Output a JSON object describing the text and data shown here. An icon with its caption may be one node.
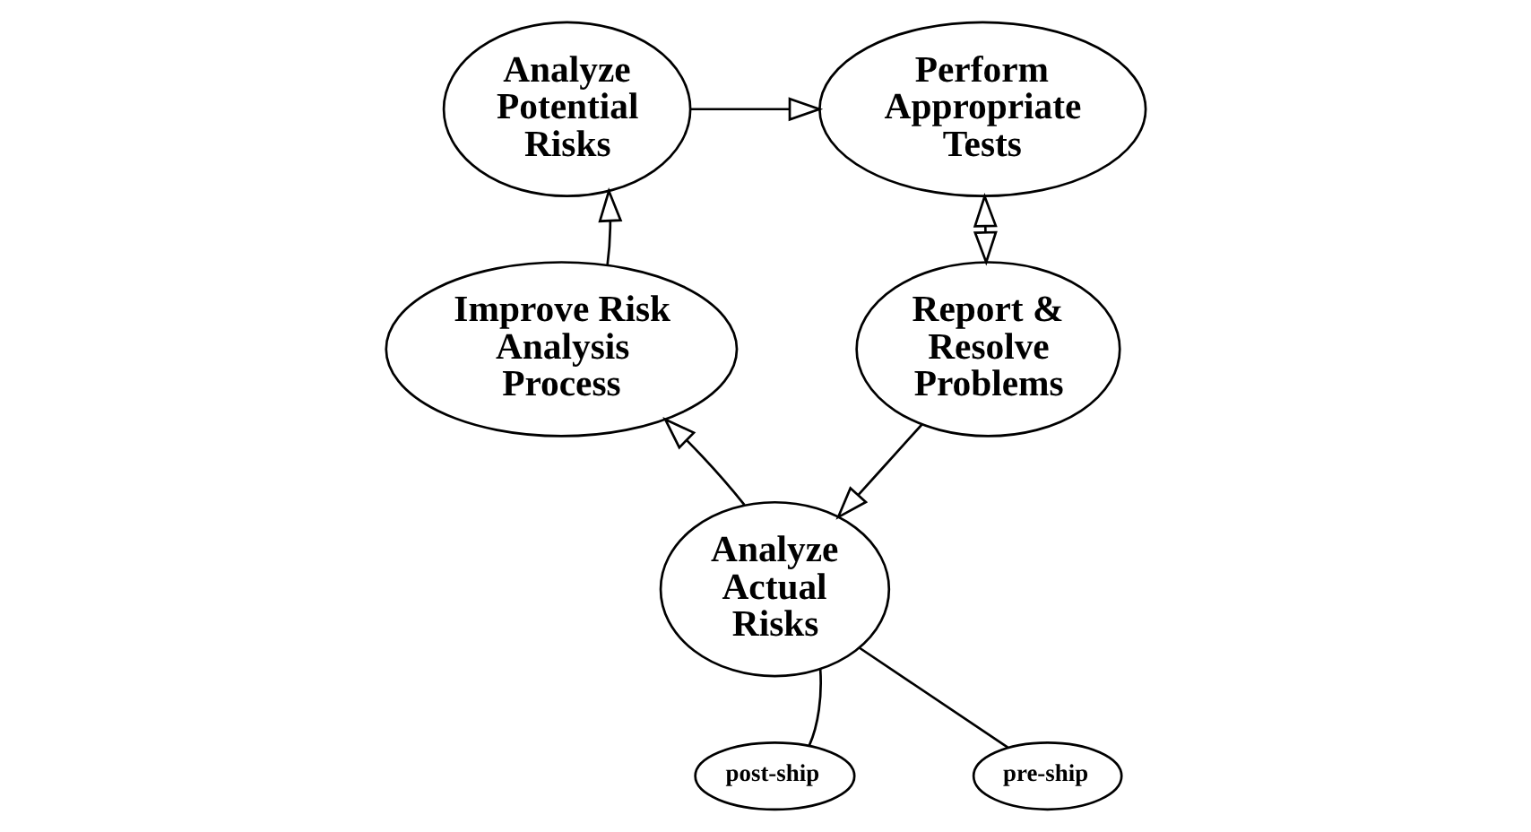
{
  "diagram": {
    "nodes": [
      {
        "text": [
          "Analyze Potential Risks"
        ]
      },
      {
        "text": [
          "Perform Appropriate Tests"
        ]
      },
      {
        "text": [
          "Report & Resolve Problems"
        ]
      },
      {
        "text": [
          "Analyze Actual Risks"
        ]
      },
      {
        "text": [
          "Improve Risk Analysis Process"
        ]
      },
      {
        "text": [
          "post-ship"
        ]
      },
      {
        "text": [
          "pre-ship"
        ]
      }
    ],
    "edges": [
      {
        "from": 0,
        "to": 1,
        "arrow": "to"
      },
      {
        "from": 1,
        "to": 2,
        "arrow": "both"
      },
      {
        "from": 2,
        "to": 3,
        "arrow": "to"
      },
      {
        "from": 3,
        "to": 4,
        "arrow": "to"
      },
      {
        "from": 4,
        "to": 0,
        "arrow": "to"
      },
      {
        "from": 3,
        "to": 5,
        "arrow": "none"
      },
      {
        "from": 3,
        "to": 6,
        "arrow": "none"
      }
    ]
  }
}
